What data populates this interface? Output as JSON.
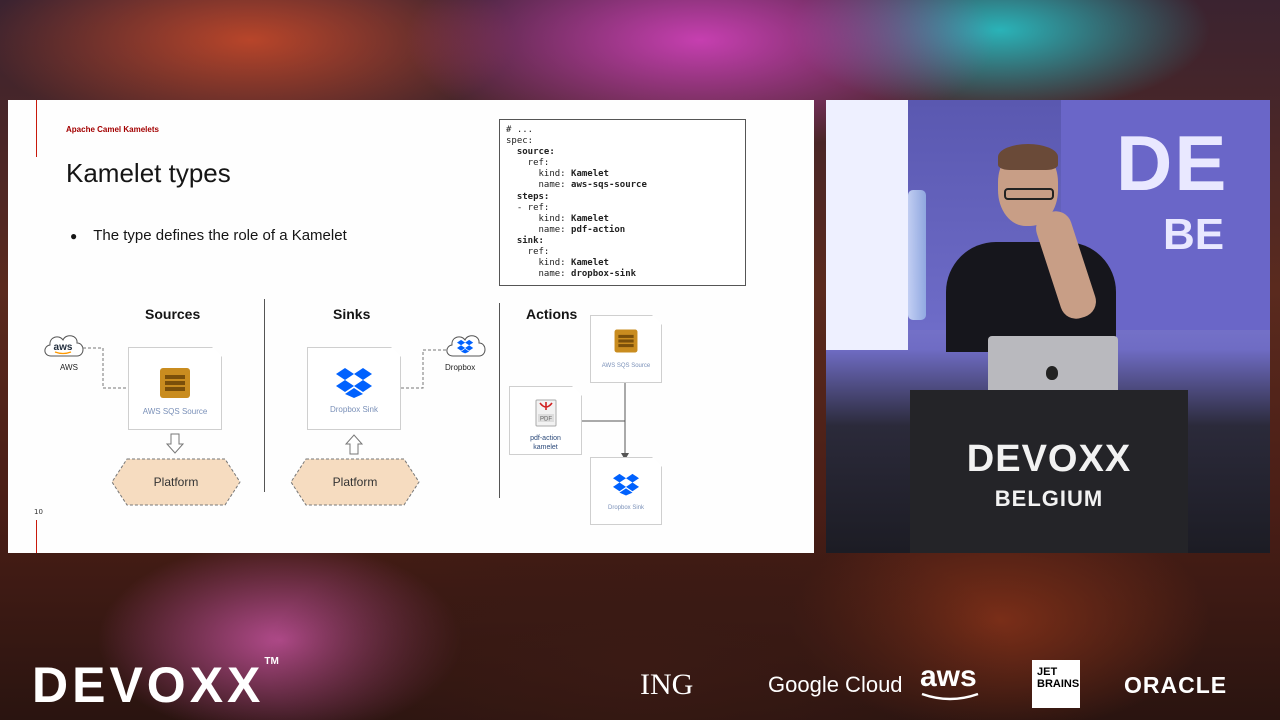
{
  "slide": {
    "header": "Apache Camel Kamelets",
    "title": "Kamelet types",
    "bullet": "The type defines the role of a Kamelet",
    "page_number": "10",
    "code_lines": [
      {
        "plain": "# ...",
        "bold": ""
      },
      {
        "plain": "spec:",
        "bold": ""
      },
      {
        "plain": "  ",
        "bold": "source:"
      },
      {
        "plain": "    ref:",
        "bold": ""
      },
      {
        "plain": "      kind: ",
        "bold": "Kamelet"
      },
      {
        "plain": "      name: ",
        "bold": "aws-sqs-source"
      },
      {
        "plain": "  ",
        "bold": "steps:"
      },
      {
        "plain": "  - ref:",
        "bold": ""
      },
      {
        "plain": "      kind: ",
        "bold": "Kamelet"
      },
      {
        "plain": "      name: ",
        "bold": "pdf-action"
      },
      {
        "plain": "  ",
        "bold": "sink:"
      },
      {
        "plain": "    ref:",
        "bold": ""
      },
      {
        "plain": "      kind: ",
        "bold": "Kamelet"
      },
      {
        "plain": "      name: ",
        "bold": "dropbox-sink"
      }
    ],
    "sources": {
      "title": "Sources",
      "cloud_label": "AWS",
      "cloud_text": "aws",
      "card_label": "AWS SQS Source",
      "platform": "Platform"
    },
    "sinks": {
      "title": "Sinks",
      "cloud_label": "Dropbox",
      "card_label": "Dropbox Sink",
      "platform": "Platform"
    },
    "actions": {
      "title": "Actions",
      "source_card": "AWS SQS Source",
      "action_card_line1": "pdf-action",
      "action_card_line2": "kamelet",
      "pdf_badge": "PDF",
      "sink_card": "Dropbox Sink"
    }
  },
  "video": {
    "screen_big": "DE",
    "screen_small": "BE",
    "podium_line1": "DEVOXX",
    "podium_line2": "BELGIUM"
  },
  "footer": {
    "devoxx": "DEVOXX",
    "tm": "TM",
    "sponsors": {
      "ing": "ING",
      "google": "Google Cloud",
      "aws": "aws",
      "jetbrains_line1": "JET",
      "jetbrains_line2": "BRAINS",
      "oracle": "ORACLE"
    }
  },
  "colors": {
    "slide_accent": "#c9190b",
    "header_red": "#a30000",
    "platform_fill": "#f6dcc0",
    "sqs_gold": "#c98c1f",
    "dropbox_blue": "#0061fe"
  }
}
